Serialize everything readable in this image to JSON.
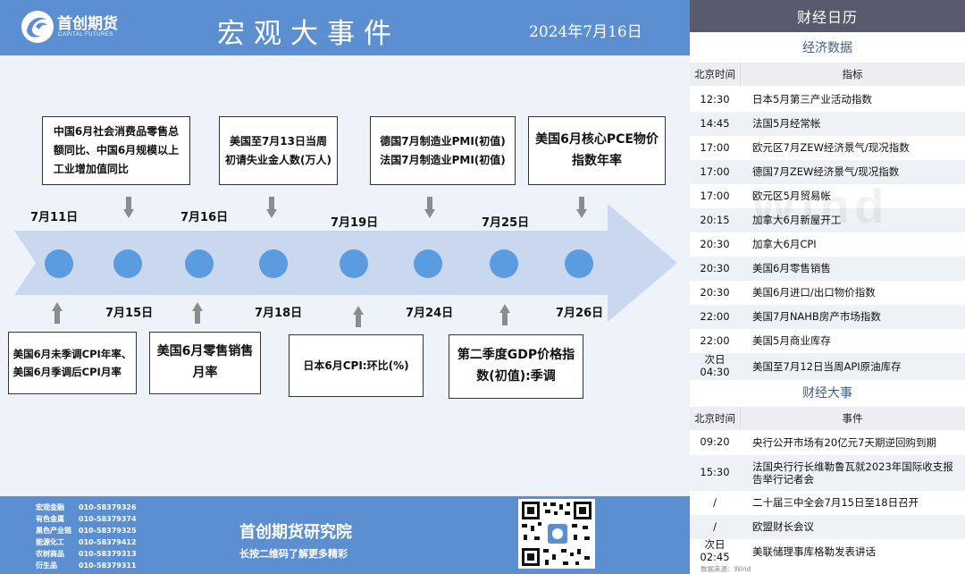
{
  "header": {
    "brand_cn": "首创期货",
    "brand_en": "CAPITAL FUTURES",
    "title": "宏观大事件",
    "date": "2024年7月16日"
  },
  "timeline": {
    "top_dates": [
      "7月11日",
      "7月16日",
      "7月19日",
      "7月25日"
    ],
    "bottom_dates": [
      "7月15日",
      "7月18日",
      "7月24日",
      "7月26日"
    ],
    "top_events": [
      "中国6月社会消费品零售总\n额同比、中国6月规模以上\n工业增加值同比",
      "美国至7月13日当周\n初请失业金人数(万人)",
      "德国7月制造业PMI(初值)\n法国7月制造业PMI(初值)",
      "美国6月核心PCE物价\n指数年率"
    ],
    "bottom_events": [
      "美国6月未季调CPI年率、\n美国6月季调后CPI月率",
      "美国6月零售销售\n月率",
      "日本6月CPI:环比(%)",
      "第二季度GDP价格指\n数(初值):季调"
    ]
  },
  "footer": {
    "contacts": [
      {
        "label": "宏观金融",
        "phone": "010-58379326"
      },
      {
        "label": "有色金属",
        "phone": "010-58379374"
      },
      {
        "label": "黑色产业链",
        "phone": "010-58379325"
      },
      {
        "label": "能源化工",
        "phone": "010-58379412"
      },
      {
        "label": "农树商品",
        "phone": "010-58379313"
      },
      {
        "label": "衍生品",
        "phone": "010-58379311"
      }
    ],
    "institute": "首创期货研究院",
    "qr_hint": "长按二维码了解更多精彩"
  },
  "calendar": {
    "title": "财经日历",
    "econ": {
      "section_title": "经济数据",
      "col_time": "北京时间",
      "col_name": "指标",
      "rows": [
        {
          "time": "12:30",
          "name": "日本5月第三产业活动指数"
        },
        {
          "time": "14:45",
          "name": "法国5月经常帐"
        },
        {
          "time": "17:00",
          "name": "欧元区7月ZEW经济景气/现况指数"
        },
        {
          "time": "17:00",
          "name": "德国7月ZEW经济景气/现况指数"
        },
        {
          "time": "17:00",
          "name": "欧元区5月贸易帐"
        },
        {
          "time": "20:15",
          "name": "加拿大6月新屋开工"
        },
        {
          "time": "20:30",
          "name": "加拿大6月CPI"
        },
        {
          "time": "20:30",
          "name": "美国6月零售销售"
        },
        {
          "time": "20:30",
          "name": "美国6月进口/出口物价指数"
        },
        {
          "time": "22:00",
          "name": "美国7月NAHB房产市场指数"
        },
        {
          "time": "22:00",
          "name": "美国5月商业库存"
        },
        {
          "time": "次日\n04:30",
          "name": "美国至7月12日当周API原油库存"
        }
      ]
    },
    "events": {
      "section_title": "财经大事",
      "col_time": "北京时间",
      "col_name": "事件",
      "rows": [
        {
          "time": "09:20",
          "name": "央行公开市场有20亿元7天期逆回购到期"
        },
        {
          "time": "15:30",
          "name": "法国央行行长维勒鲁瓦就2023年国际收支报告举行记者会"
        },
        {
          "time": "/",
          "name": "二十届三中全会7月15日至18日召开"
        },
        {
          "time": "/",
          "name": "欧盟财长会议"
        },
        {
          "time": "次日\n02:45",
          "name": "美联储理事库格勒发表讲话"
        }
      ]
    },
    "watermark": "Wind",
    "source": "数据来源：Wind"
  },
  "colors": {
    "header_blue": "#5b8fd1",
    "arrow_band": "#c9d8ef",
    "dot_blue": "#5b9be0",
    "calendar_header": "#5a5a6e"
  }
}
